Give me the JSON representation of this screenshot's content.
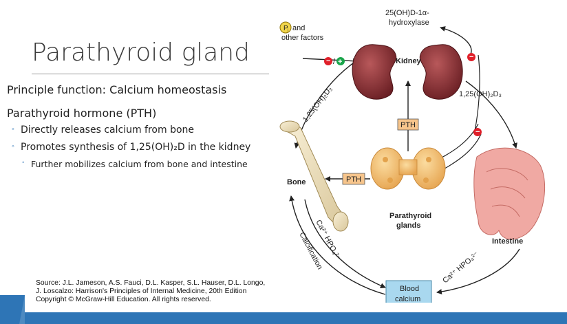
{
  "slide": {
    "title": "Parathyroid gland",
    "bullets": {
      "b1": "Principle function: Calcium homeostasis",
      "b2": "Parathyroid hormone (PTH)",
      "b3": "Directly releases calcium from bone",
      "b4": "Promotes synthesis of 1,25(OH)₂D in the kidney",
      "b5": "Further mobilizes calcium from bone and intestine"
    },
    "source": {
      "line1": "Source: J.L. Jameson, A.S. Fauci, D.L. Kasper, S.L. Hauser, D.L. Longo,",
      "line2": "J. Loscalzo: Harrison's Principles of Internal Medicine, 20th Edition",
      "line3": "Copyright © McGraw-Hill Education. All rights reserved."
    }
  },
  "diagram": {
    "enzyme_l1": "25(OH)D-1α-",
    "enzyme_l2": "hydroxylase",
    "pi_symbol": "P",
    "pi_sub": "i",
    "pi_and": "and",
    "other_factors": "other factors",
    "kidney": "Kidney",
    "vitd_left": "1,25(OH)₂D₃",
    "vitd_right": "1,25(OH)₂D₃",
    "pth_upper": "PTH",
    "pth_left": "PTH",
    "bone": "Bone",
    "parathyroid_l1": "Parathyroid",
    "parathyroid_l2": "glands",
    "intestine": "Intestine",
    "ca_hpo4_left": "Ca²⁺ HPO₄²⁻",
    "calcification": "Calcification",
    "ca_hpo4_right": "Ca²⁺ HPO₄²⁻",
    "blood_l1": "Blood",
    "blood_l2": "calcium",
    "minus": "−",
    "plus": "+",
    "slash": "/"
  },
  "colors": {
    "accent_blue": "#2e75b6",
    "inhibit_red": "#e0202a",
    "stimulate_green": "#1aa54b",
    "pth_box_fill": "#f7c58c",
    "blood_box_fill": "#a9d8ef",
    "pi_circle_fill": "#f2d64b"
  }
}
